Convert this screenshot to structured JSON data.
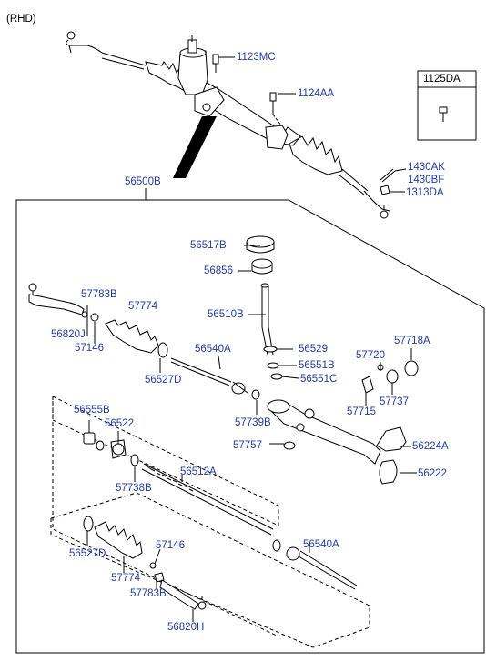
{
  "header": {
    "drive_side": "(RHD)"
  },
  "inset_box": {
    "title": "1125DA"
  },
  "parts": {
    "p1123MC": "1123MC",
    "p1124AA": "1124AA",
    "p1430AK": "1430AK",
    "p1430BF": "1430BF",
    "p1313DA": "1313DA",
    "p56500B": "56500B",
    "p56517B": "56517B",
    "p56856": "56856",
    "p56510B": "56510B",
    "p57783B_top": "57783B",
    "p57774_top": "57774",
    "p56820J": "56820J",
    "p57146_top": "57146",
    "p56527D_top": "56527D",
    "p56540A_top": "56540A",
    "p56529": "56529",
    "p56551B": "56551B",
    "p56551C": "56551C",
    "p57720": "57720",
    "p57718A": "57718A",
    "p57737": "57737",
    "p57715": "57715",
    "p57739B": "57739B",
    "p56555B": "56555B",
    "p56522": "56522",
    "p56512A": "56512A",
    "p57757": "57757",
    "p56224A": "56224A",
    "p56222": "56222",
    "p57738B": "57738B",
    "p56540A_bot": "56540A",
    "p56527D_bot": "56527D",
    "p57146_bot": "57146",
    "p57774_bot": "57774",
    "p57783B_bot": "57783B",
    "p56820H": "56820H"
  },
  "colors": {
    "label": "#1f3bb3",
    "line": "#000000"
  }
}
